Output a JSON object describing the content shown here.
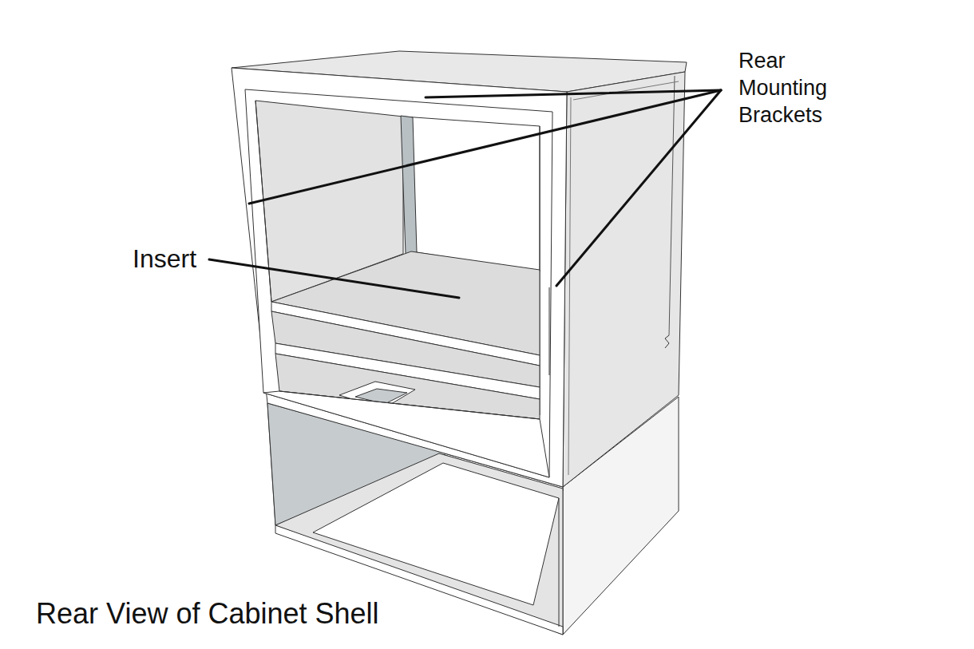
{
  "diagram": {
    "caption": "Rear View of Cabinet Shell",
    "labels": [
      "Rear Mounting Brackets",
      "Insert"
    ]
  }
}
